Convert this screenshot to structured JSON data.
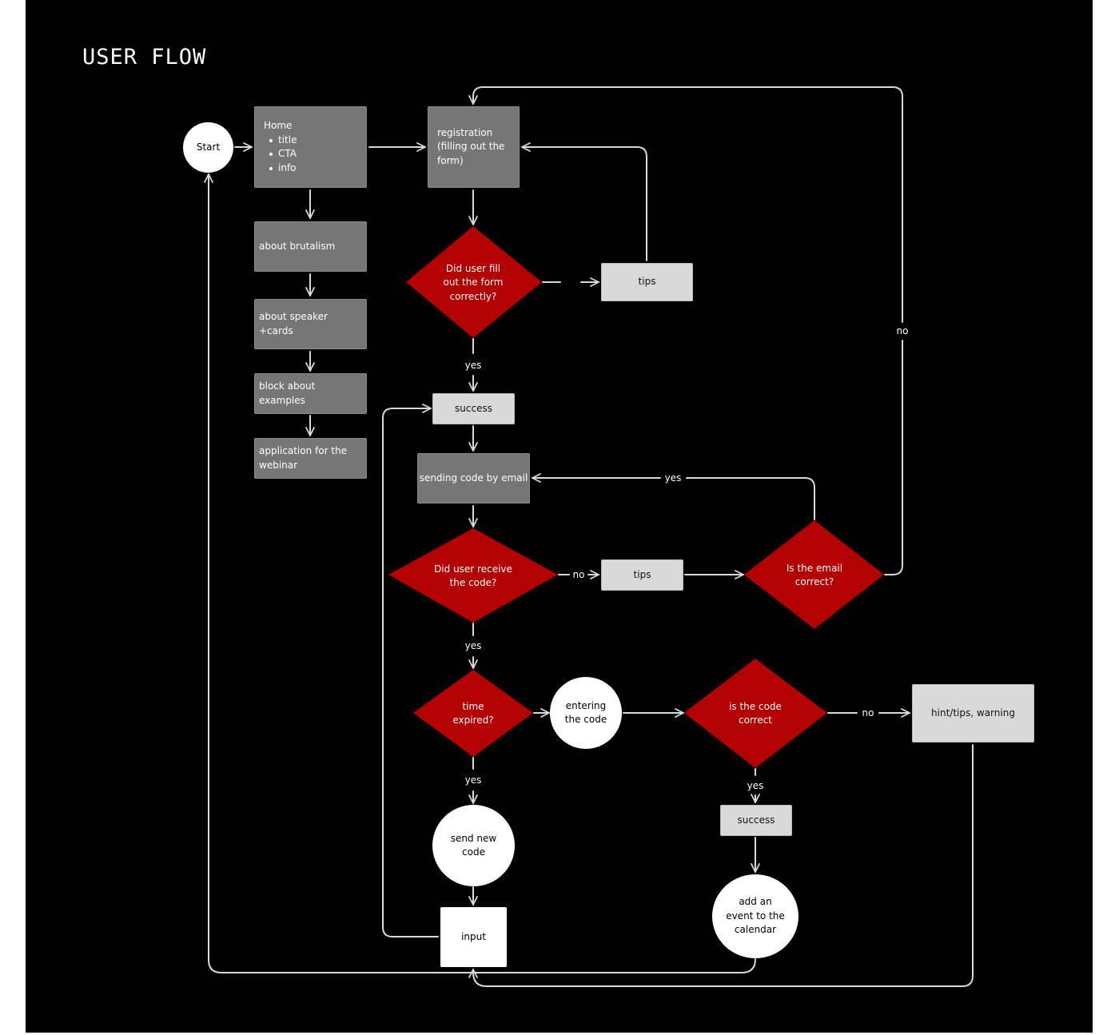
{
  "title": "USER FLOW",
  "nodes": {
    "start": "Start",
    "home": {
      "title": "Home",
      "items": [
        "title",
        "CTA",
        "info"
      ]
    },
    "about_brutalism": "about brutalism",
    "about_speaker": "about speaker +cards",
    "block_examples": "block about examples",
    "application": "application for the webinar",
    "registration": "registration (filling out the form)",
    "d_form": [
      "Did user fill",
      "out the form",
      "correctly?"
    ],
    "tips1": "tips",
    "success1": "success",
    "sending_code": "sending code by email",
    "d_receive": [
      "Did user receive",
      "the code?"
    ],
    "tips2": "tips",
    "d_email": [
      "Is the email",
      "correct?"
    ],
    "d_time": [
      "time",
      "expired?"
    ],
    "entering_code": "entering the code",
    "d_code": [
      "is the code",
      "correct"
    ],
    "hint": "hint/tips, warning",
    "success2": "success",
    "send_new_code": "send new code",
    "input": "input",
    "add_event": "add an event to the calendar"
  },
  "labels": {
    "yes_form": "yes",
    "no_email": "no",
    "yes_email": "yes",
    "no_receive": "no",
    "yes_receive": "yes",
    "yes_time": "yes",
    "no_code": "no",
    "yes_code": "yes"
  },
  "colors": {
    "background": "#000000",
    "decision": "#b30000",
    "process_dark": "#767676",
    "process_light": "#d9d9d9",
    "terminal": "#ffffff",
    "connector": "#d9d9d9"
  }
}
